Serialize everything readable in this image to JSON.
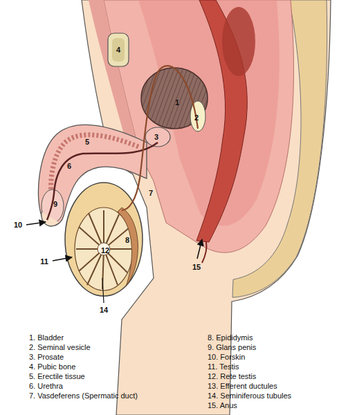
{
  "diagram": {
    "labels": [
      "1",
      "2",
      "3",
      "4",
      "5",
      "6",
      "7",
      "8",
      "9",
      "10",
      "11",
      "12",
      "14",
      "15",
      "1. Bladder",
      "2. Seminal vesicle",
      "3. Prosate",
      "4. Pubic bone",
      "5. Erectile tissue",
      "6. Urethra",
      "7. Vasdeferens (Spermatic duct)",
      "8. Epididymis",
      "9. Glans penis",
      "10. Forskin",
      "11. Testis",
      "12. Rete testis",
      "13. Efferent ductules",
      "14. Seminiferous tubules",
      "15. Anus"
    ]
  }
}
